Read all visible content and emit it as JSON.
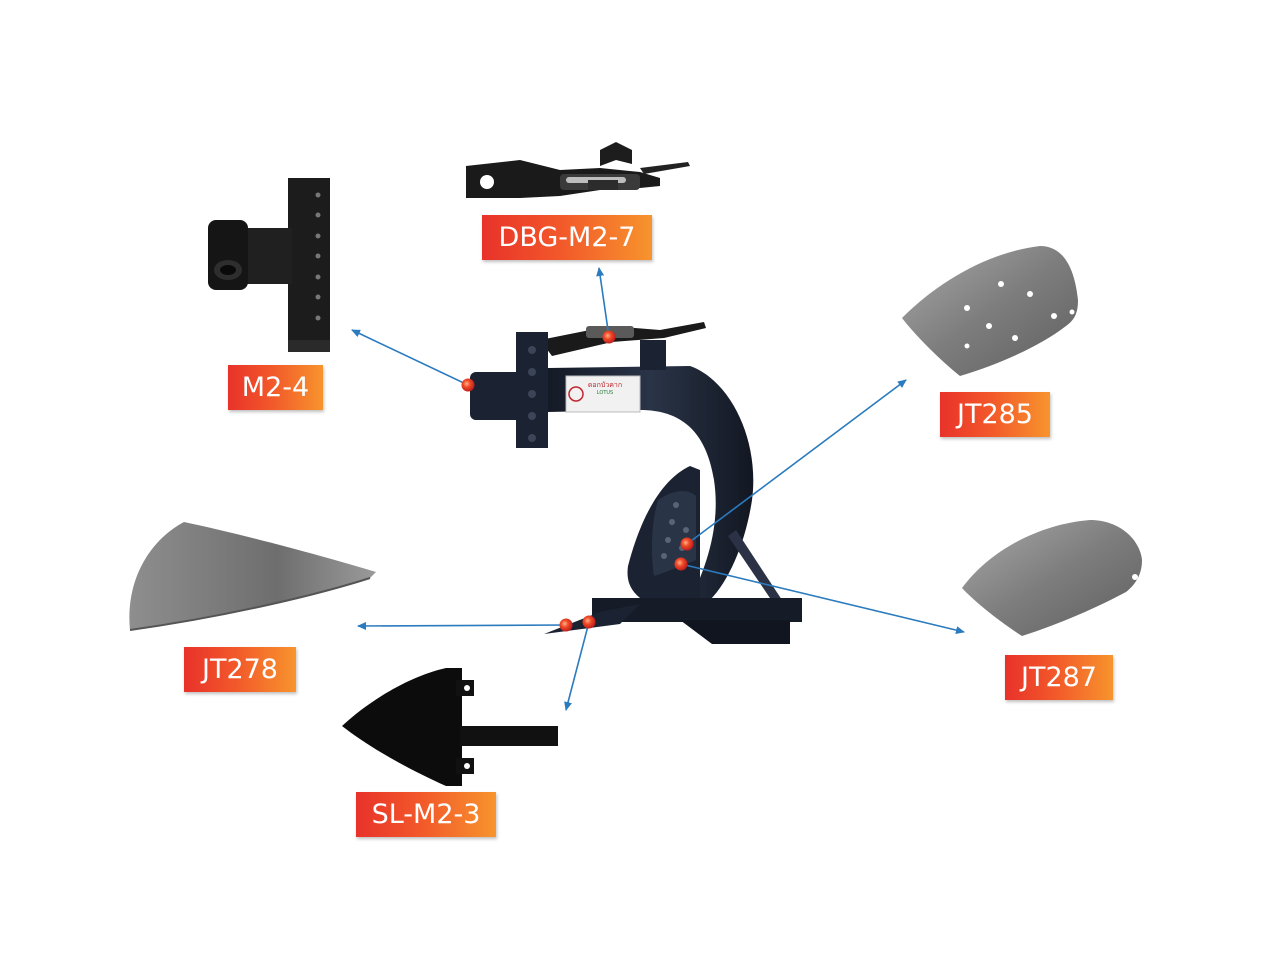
{
  "labels": {
    "dbg_m2_7": "DBG-M2-7",
    "m2_4": "M2-4",
    "jt285": "JT285",
    "jt278": "JT278",
    "jt287": "JT287",
    "sl_m2_3": "SL-M2-3"
  },
  "brand": {
    "name": "ดอกบัวคาก",
    "sub": "LOTUS"
  },
  "colors": {
    "label_gradient_start": "#e8322a",
    "label_gradient_end": "#f7942d",
    "arrow": "#2b7bbf",
    "marker": "#e8322a",
    "frame": "#1c2536",
    "steel": "#8c8c8c"
  }
}
